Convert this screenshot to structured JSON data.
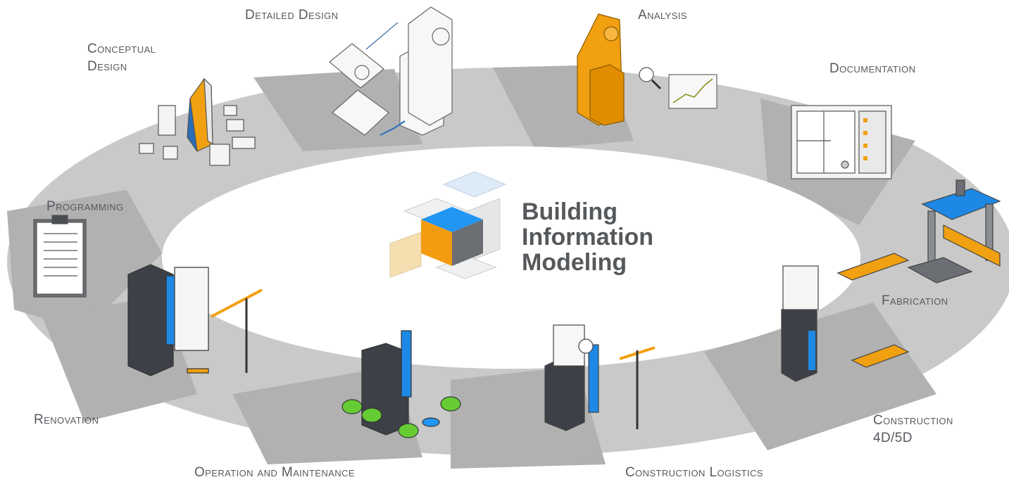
{
  "diagram": {
    "center_title_lines": [
      "Building",
      "Information",
      "Modeling"
    ],
    "stages": [
      {
        "id": "conceptual-design",
        "lines": [
          "Conceptual",
          "Design"
        ]
      },
      {
        "id": "detailed-design",
        "lines": [
          "Detailed Design"
        ]
      },
      {
        "id": "analysis",
        "lines": [
          "Analysis"
        ]
      },
      {
        "id": "documentation",
        "lines": [
          "Documentation"
        ]
      },
      {
        "id": "fabrication",
        "lines": [
          "Fabrication"
        ]
      },
      {
        "id": "construction-4d5d",
        "lines": [
          "Construction",
          "4D/5D"
        ]
      },
      {
        "id": "construction-logistics",
        "lines": [
          "Construction Logistics"
        ]
      },
      {
        "id": "operation-maintenance",
        "lines": [
          "Operation and Maintenance"
        ]
      },
      {
        "id": "renovation",
        "lines": [
          "Renovation"
        ]
      },
      {
        "id": "programming",
        "lines": [
          "Programming"
        ]
      }
    ],
    "colors": {
      "ring_light": "#c9c9c9",
      "ring_dark": "#b2b2b2",
      "accent_orange": "#f0a010",
      "accent_blue": "#1e88e5",
      "building_dark": "#3d4046",
      "label_text": "#555a5f",
      "cube_orange": "#f39c12",
      "cube_blue": "#2196f3",
      "cube_grey": "#6b6e73"
    }
  }
}
